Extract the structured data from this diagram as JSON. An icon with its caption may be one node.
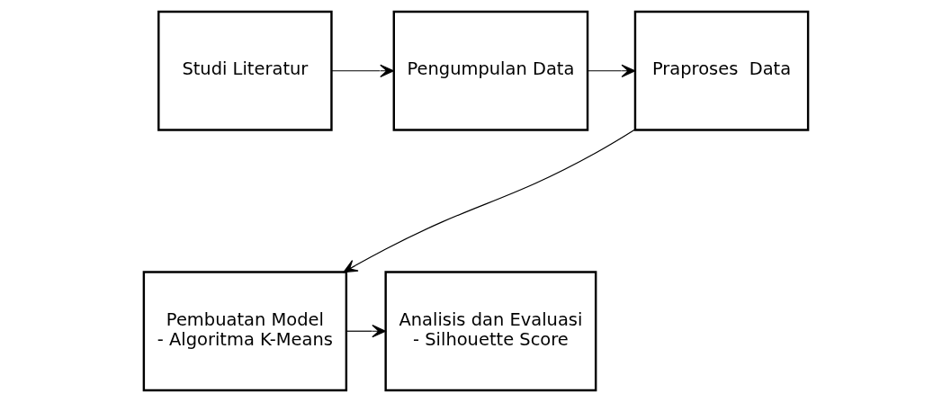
{
  "diagram": {
    "nodes": [
      {
        "text": [
          "Studi Literatur"
        ]
      },
      {
        "text": [
          "Pengumpulan Data"
        ]
      },
      {
        "text": [
          "Praproses  Data"
        ]
      },
      {
        "text": [
          "Pembuatan Model",
          "- Algoritma K-Means"
        ]
      },
      {
        "text": [
          "Analisis dan Evaluasi",
          "- Silhouette Score"
        ]
      }
    ],
    "edges": [
      {
        "from": 0,
        "to": 1,
        "arrow": "to"
      },
      {
        "from": 1,
        "to": 2,
        "arrow": "to"
      },
      {
        "from": 2,
        "to": 3,
        "arrow": "to"
      },
      {
        "from": 3,
        "to": 4,
        "arrow": "to"
      }
    ]
  }
}
